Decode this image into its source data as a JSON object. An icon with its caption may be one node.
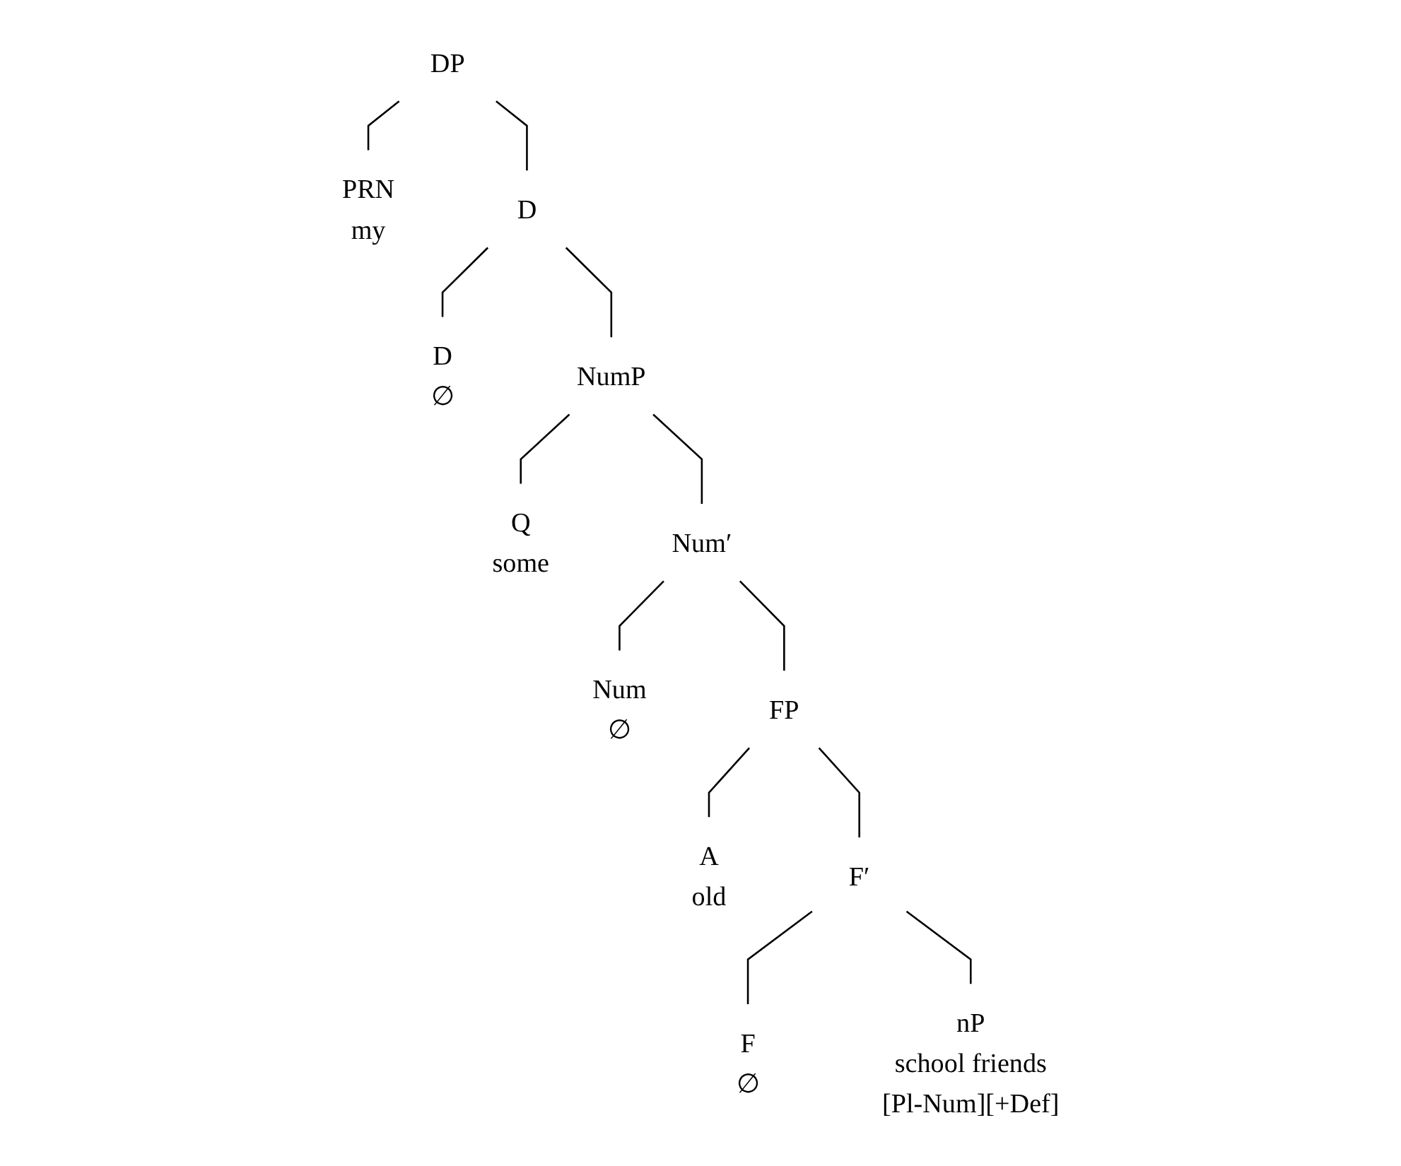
{
  "diagram": {
    "nodes": [
      {
        "text": [
          "DP"
        ]
      },
      {
        "text": [
          "PRN",
          "my"
        ]
      },
      {
        "text": [
          "D"
        ]
      },
      {
        "text": [
          "D",
          "∅"
        ]
      },
      {
        "text": [
          "NumP"
        ]
      },
      {
        "text": [
          "Q",
          "some"
        ]
      },
      {
        "text": [
          "Num′"
        ]
      },
      {
        "text": [
          "Num",
          "∅"
        ]
      },
      {
        "text": [
          "FP"
        ]
      },
      {
        "text": [
          "A",
          "old"
        ]
      },
      {
        "text": [
          "F′"
        ]
      },
      {
        "text": [
          "F",
          "∅"
        ]
      },
      {
        "text": [
          "nP",
          "school friends",
          "[Pl-Num][+Def]"
        ]
      }
    ],
    "edges": [
      {
        "from": 0,
        "to": 1,
        "arrow": "none"
      },
      {
        "from": 0,
        "to": 2,
        "arrow": "none"
      },
      {
        "from": 2,
        "to": 3,
        "arrow": "none"
      },
      {
        "from": 2,
        "to": 4,
        "arrow": "none"
      },
      {
        "from": 4,
        "to": 5,
        "arrow": "none"
      },
      {
        "from": 4,
        "to": 6,
        "arrow": "none"
      },
      {
        "from": 6,
        "to": 7,
        "arrow": "none"
      },
      {
        "from": 6,
        "to": 8,
        "arrow": "none"
      },
      {
        "from": 8,
        "to": 9,
        "arrow": "none"
      },
      {
        "from": 8,
        "to": 10,
        "arrow": "none"
      },
      {
        "from": 10,
        "to": 11,
        "arrow": "none"
      },
      {
        "from": 10,
        "to": 12,
        "arrow": "none"
      }
    ]
  }
}
